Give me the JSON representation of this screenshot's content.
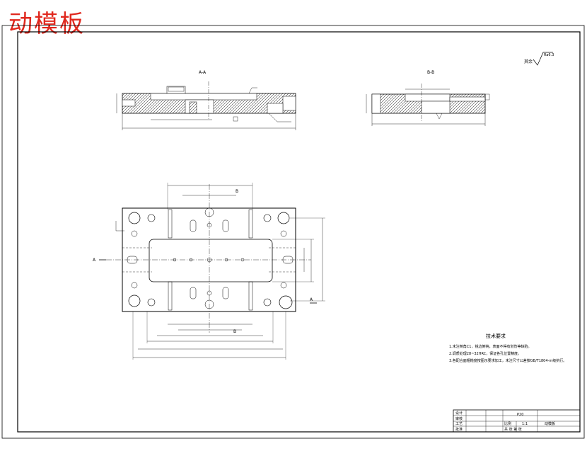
{
  "title": "动模板",
  "views": {
    "section_aa": "A-A",
    "section_bb": "B-B",
    "label_a": "A",
    "label_b": "B"
  },
  "roughness": {
    "prefix": "其余",
    "value": "Ra6.3"
  },
  "tech_requirements": {
    "heading": "技术要求",
    "lines": [
      "1.未注倒角C1，锐边倒钝，表面不得有划伤等缺陷。",
      "2.调质处理28~32HRC，保证各孔位置精度。",
      "3.各配合面粗糙度按图示要求加工，未注尺寸公差按GB/T1804-m级执行。"
    ]
  },
  "title_block": {
    "labels": [
      "设计",
      "审核",
      "工艺",
      "批准"
    ],
    "material": "P20",
    "part_name": "动模板",
    "scale_label": "比例",
    "scale": "1:1",
    "sheet": "共 张 第 张"
  },
  "colors": {
    "title": "#e0281e",
    "line": "#000000"
  }
}
